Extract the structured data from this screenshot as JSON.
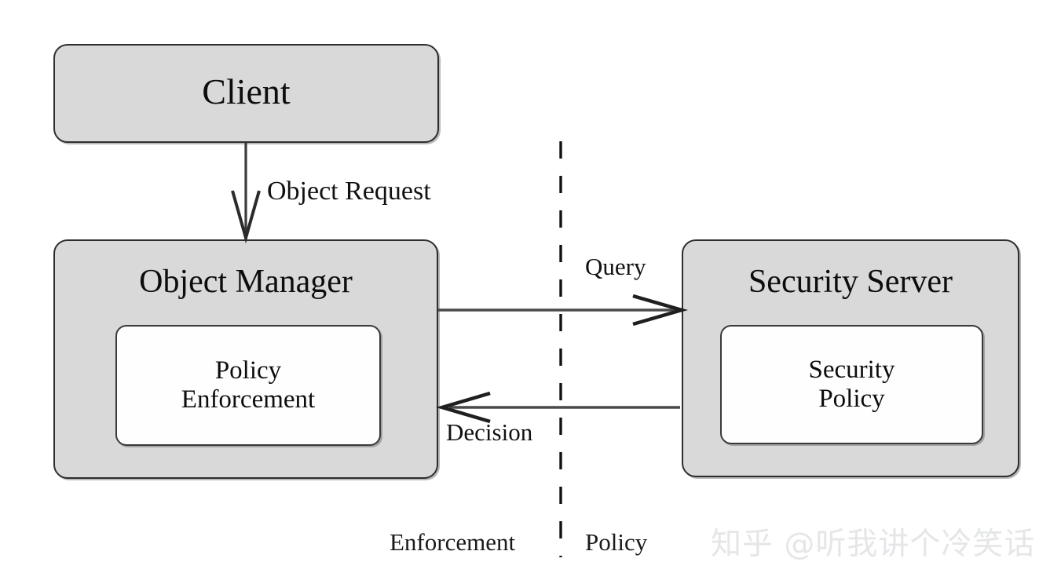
{
  "diagram": {
    "title_client": "Client",
    "title_object_manager": "Object Manager",
    "title_security_server": "Security Server",
    "inner_policy_enforcement": "Policy\nEnforcement",
    "inner_security_policy": "Security\nPolicy",
    "edges": {
      "object_request": "Object Request",
      "query": "Query",
      "decision": "Decision"
    },
    "zones": {
      "left": "Enforcement",
      "right": "Policy"
    },
    "watermark": "知乎 @听我讲个冷笑话",
    "colors": {
      "node_fill": "#d9d9d9",
      "node_stroke": "#2e2e2e",
      "inner_fill": "#fefefe",
      "inner_stroke": "#3a3a3a",
      "arrow": "#3b3b3b",
      "divider": "#111111",
      "text": "#0d0d0d",
      "watermark": "#e4e6e8",
      "background": "#ffffff"
    }
  }
}
